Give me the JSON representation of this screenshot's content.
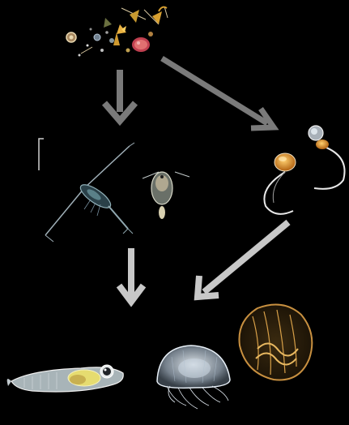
{
  "diagram": {
    "kind": "food-web",
    "nodes": [
      {
        "id": "phytoplankton",
        "icon": "phytoplankton-cluster-icon"
      },
      {
        "id": "copepods",
        "icon": "copepod-icon"
      },
      {
        "id": "siphonophores",
        "icon": "siphonophore-icon"
      },
      {
        "id": "larval-fish",
        "icon": "larval-fish-icon"
      },
      {
        "id": "jellyfish",
        "icon": "moon-jellyfish-icon"
      },
      {
        "id": "comb-jelly",
        "icon": "comb-jelly-icon"
      }
    ],
    "edges": [
      {
        "from": "phytoplankton",
        "to": "copepods",
        "color": "#7a7a7a"
      },
      {
        "from": "phytoplankton",
        "to": "siphonophores",
        "color": "#7a7a7a"
      },
      {
        "from": "copepods",
        "to": "larval-fish",
        "color": "#c8c8c8"
      },
      {
        "from": "siphonophores",
        "to": "jellyfish",
        "color": "#c8c8c8"
      }
    ]
  },
  "colors": {
    "background": "#000000",
    "arrow_dark": "#7a7a7a",
    "arrow_light": "#c8c8c8",
    "jelly_gold": "#e0a030",
    "comb_gold": "#c89040",
    "fish_body": "#d8e0e0",
    "fish_yolk": "#e6dc70"
  }
}
